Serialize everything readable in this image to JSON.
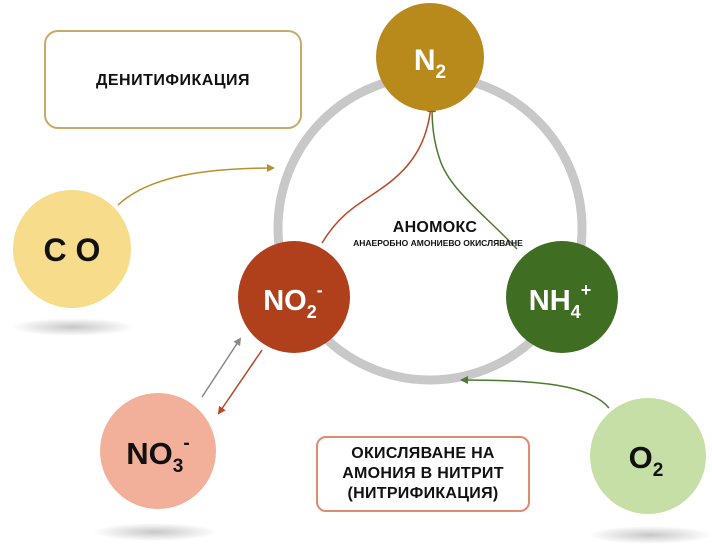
{
  "labels": {
    "denitrification": "ДЕНИТИФИКАЦИЯ",
    "anammox_title": "АНОМОКС",
    "anammox_subtitle": "АНАЕРОБНО АМОНИЕВО ОКИСЛЯВАНЕ",
    "nitrification": [
      "ОКИСЛЯВАНЕ НА",
      "АМОНИЯ В НИТРИТ",
      "(НИТРИФИКАЦИЯ)"
    ]
  },
  "nodes": {
    "n2": {
      "base": "N",
      "sub": "2",
      "sup": "",
      "color": "#b88a1c"
    },
    "no2": {
      "base": "NO",
      "sub": "2",
      "sup": "-",
      "color": "#b0401b"
    },
    "nh4": {
      "base": "NH",
      "sub": "4",
      "sup": "+",
      "color": "#3f6e22"
    },
    "co": {
      "base": "C O",
      "sub": "",
      "sup": "",
      "color": "#f7dc8c"
    },
    "no3": {
      "base": "NO",
      "sub": "3",
      "sup": "-",
      "color": "#f2b09a"
    },
    "o2": {
      "base": "O",
      "sub": "2",
      "sup": "",
      "color": "#c6dfa6"
    }
  },
  "colors": {
    "ring": "#c8c8c8",
    "arrow_gold": "#b8902e",
    "arrow_rust": "#b8482a",
    "arrow_green": "#4b7a30",
    "arrow_gray": "#8a8a8a",
    "box_denit_border": "#c9a96a",
    "box_nitr_border": "#e08a6e"
  }
}
